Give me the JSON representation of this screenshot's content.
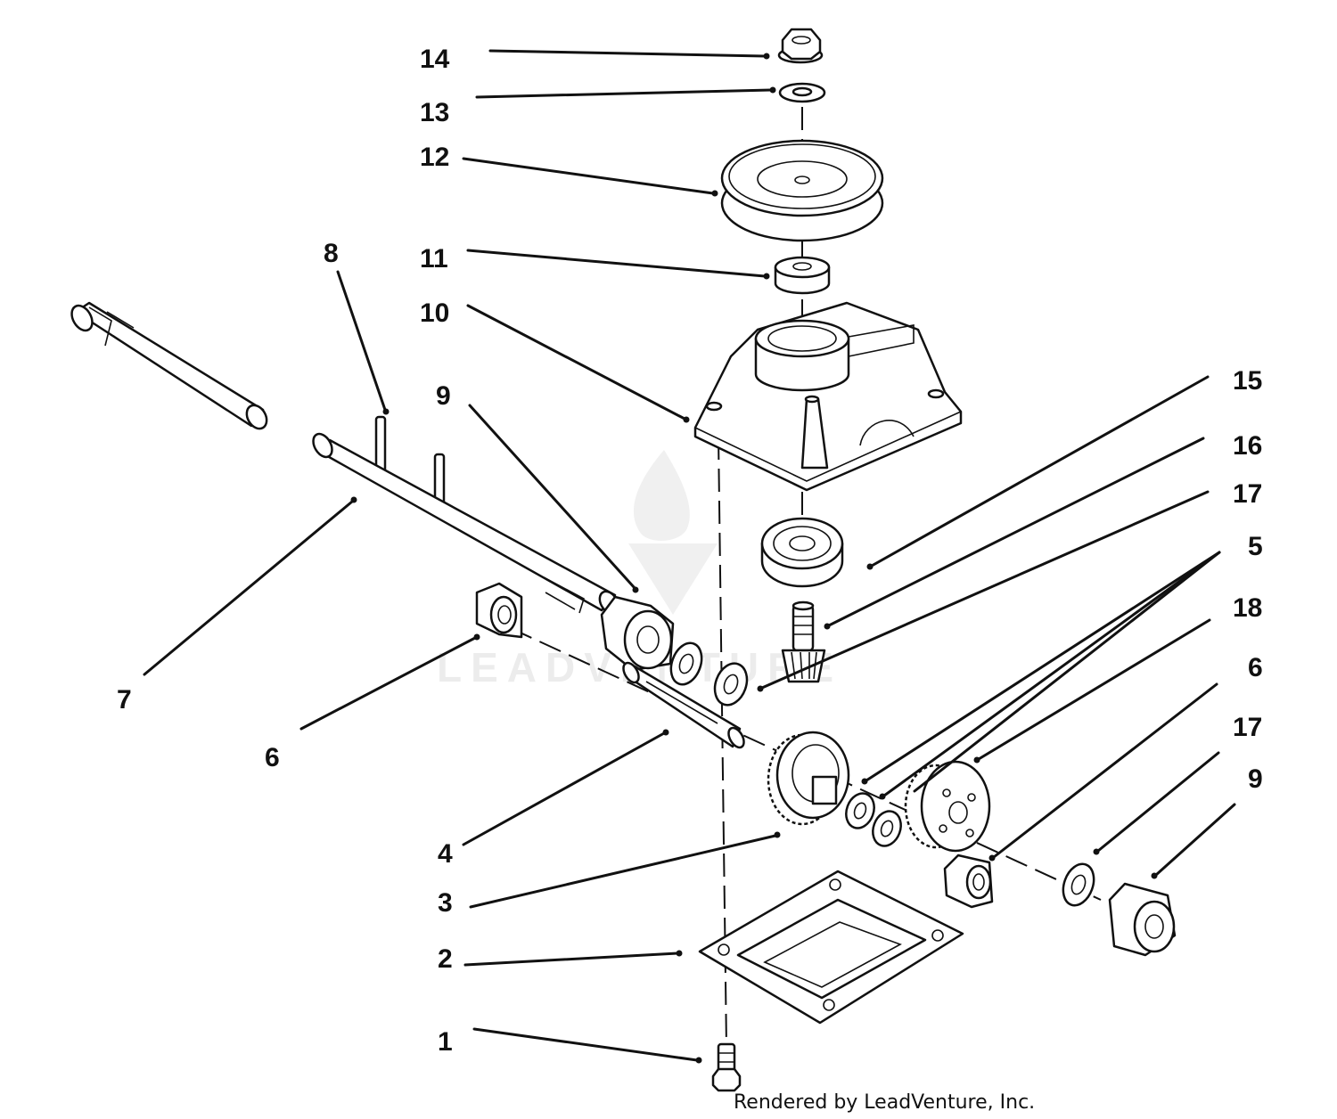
{
  "diagram": {
    "callouts": [
      {
        "label": "14"
      },
      {
        "label": "13"
      },
      {
        "label": "12"
      },
      {
        "label": "11"
      },
      {
        "label": "10"
      },
      {
        "label": "8"
      },
      {
        "label": "9"
      },
      {
        "label": "7"
      },
      {
        "label": "6"
      },
      {
        "label": "15"
      },
      {
        "label": "16"
      },
      {
        "label": "17"
      },
      {
        "label": "5"
      },
      {
        "label": "18"
      },
      {
        "label": "6"
      },
      {
        "label": "17"
      },
      {
        "label": "9"
      },
      {
        "label": "4"
      },
      {
        "label": "3"
      },
      {
        "label": "2"
      },
      {
        "label": "1"
      }
    ],
    "watermark": "LEADVENTURE",
    "credit": "Rendered by LeadVenture, Inc."
  }
}
